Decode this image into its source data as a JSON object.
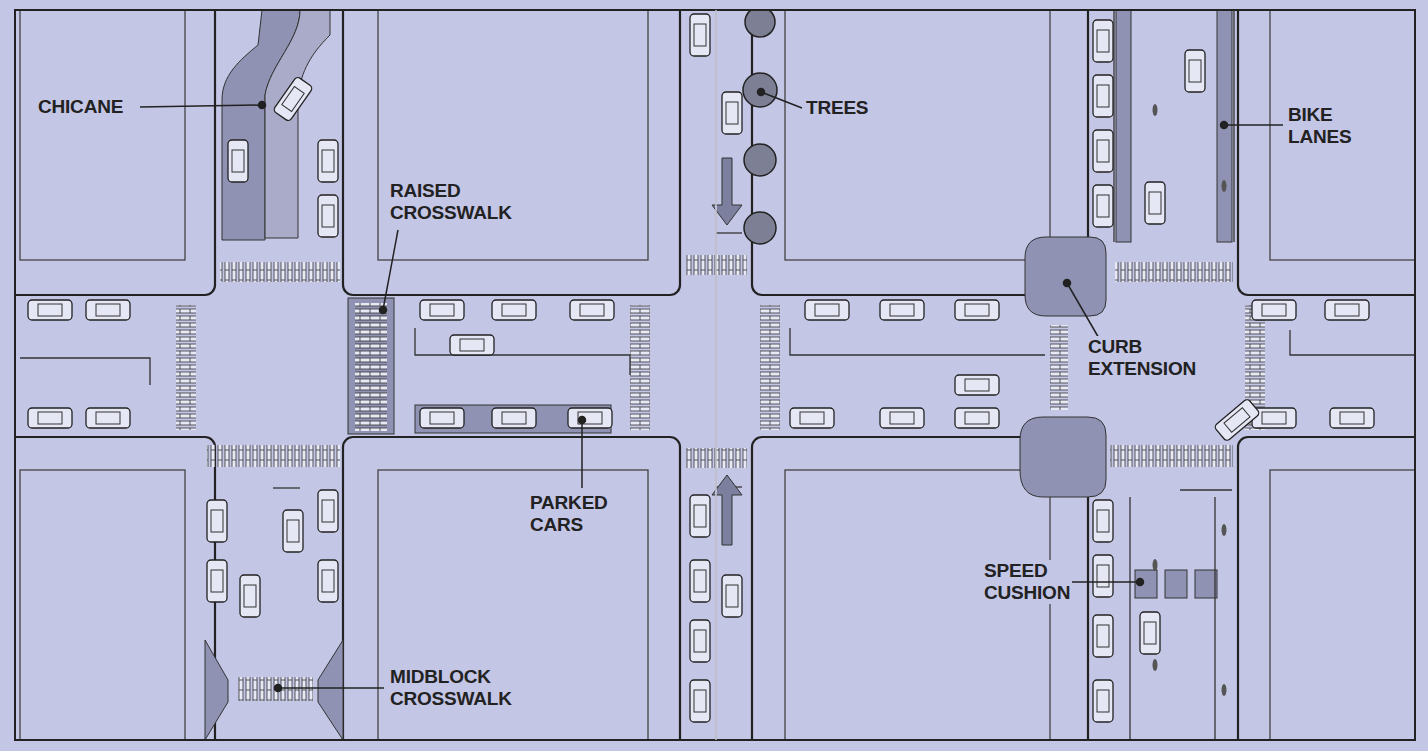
{
  "diagram": {
    "labels": [
      "CHICANE",
      "RAISED CROSSWALK",
      "TREES",
      "BIKE LANES",
      "PARKED CARS",
      "CURB EXTENSION",
      "SPEED CUSHION",
      "MIDBLOCK CROSSWALK"
    ]
  }
}
